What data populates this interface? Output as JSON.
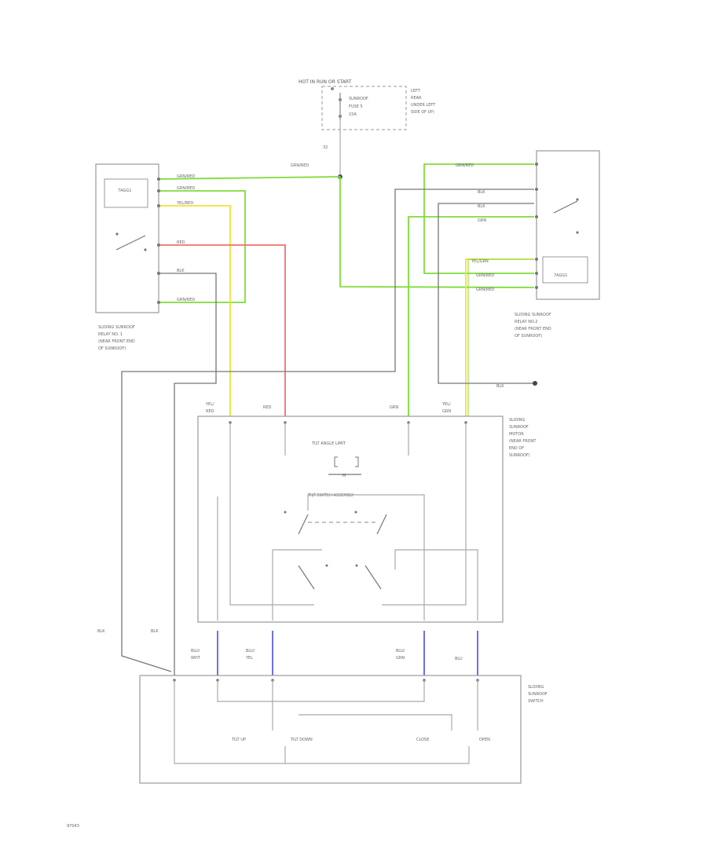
{
  "power_source": {
    "line1": "HOT IN RUN OR START",
    "fuse_label_1": "SUNROOF",
    "fuse_label_2": "FUSE 5",
    "fuse_label_3": "15A",
    "panel_1": "LEFT",
    "panel_2": "REAR",
    "panel_3": "UNDER LEFT",
    "panel_4": "SIDE OF I/P)",
    "wire_gauge": "32",
    "wire_color": "GRN/RED"
  },
  "relay_1": {
    "title_lines": [
      "SLIDING SUNROOF",
      "RELAY NO. 1",
      "(NEAR FRONT END",
      "OF SUNROOF)"
    ],
    "coil_label": "7AGG1",
    "wires": [
      "GRN/RED",
      "GRN/RED",
      "YEL/RED",
      "RED",
      "BLK",
      "GRN/RED"
    ]
  },
  "relay_2": {
    "title_lines": [
      "SLIDING SUNROOF",
      "RELAY NO.2",
      "(NEAR FRONT END",
      "OF SUNROOF)"
    ],
    "coil_label": "7AGG1",
    "wires": [
      "GRN/RED",
      "BLK",
      "BLK",
      "GRN",
      "YEL/GRN",
      "GRN/RED",
      "GRN/RED"
    ]
  },
  "ground_wire": "BLK",
  "motor": {
    "title_lines": [
      "SLIDING",
      "SUNROOF",
      "MOTOR",
      "(NEAR FRONT",
      "END OF",
      "SUNROOF)"
    ],
    "top_wires": [
      {
        "line1": "YEL/",
        "line2": "RED"
      },
      {
        "line1": "RED",
        "line2": ""
      },
      {
        "line1": "GRN",
        "line2": ""
      },
      {
        "line1": "YEL/",
        "line2": "GRN"
      }
    ],
    "tilt_label": "TILT ANGLE LIMIT",
    "m_label": "M",
    "tilt_switch": "TILT SWITCH ASSEMBLY"
  },
  "left_wires": [
    "BLK",
    "BLK"
  ],
  "switch_wires": [
    {
      "line1": "BLU/",
      "line2": "WHT"
    },
    {
      "line1": "BLU/",
      "line2": "YEL"
    },
    {
      "line1": "BLU/",
      "line2": "GRN"
    },
    {
      "line1": "BLU",
      "line2": ""
    }
  ],
  "switch": {
    "title_lines": [
      "SLIDING",
      "SUNROOF",
      "SWITCH"
    ],
    "positions": [
      "TILT UP",
      "TILT DOWN",
      "CLOSE",
      "OPEN"
    ]
  },
  "footer_code": "97043",
  "colors": {
    "green": "#7fdc3a",
    "yellow": "#f0e23a",
    "red": "#f07070",
    "blue": "#7070e8",
    "black": "#666666"
  }
}
